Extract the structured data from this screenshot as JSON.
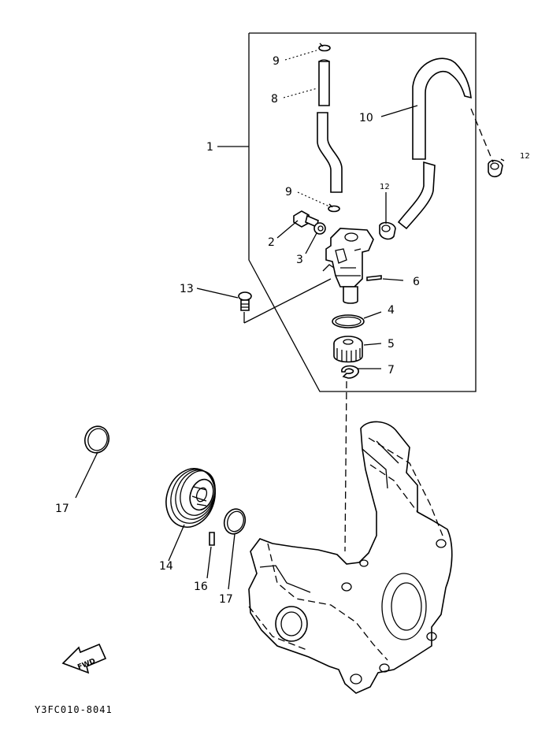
{
  "diagram": {
    "callouts": [
      {
        "id": "c1",
        "text": "1"
      },
      {
        "id": "c2",
        "text": "2"
      },
      {
        "id": "c3",
        "text": "3"
      },
      {
        "id": "c4",
        "text": "4"
      },
      {
        "id": "c5",
        "text": "5"
      },
      {
        "id": "c6",
        "text": "6"
      },
      {
        "id": "c7",
        "text": "7"
      },
      {
        "id": "c8",
        "text": "8"
      },
      {
        "id": "c9a",
        "text": "9"
      },
      {
        "id": "c9b",
        "text": "9"
      },
      {
        "id": "c10",
        "text": "10"
      },
      {
        "id": "c12a",
        "text": "12"
      },
      {
        "id": "c12b",
        "text": "12"
      },
      {
        "id": "c13",
        "text": "13"
      },
      {
        "id": "c14",
        "text": "14"
      },
      {
        "id": "c16",
        "text": "16"
      },
      {
        "id": "c17a",
        "text": "17"
      },
      {
        "id": "c17b",
        "text": "17"
      }
    ],
    "direction_arrow_text": "FWD",
    "drawing_code": "Y3FC010-8041"
  }
}
